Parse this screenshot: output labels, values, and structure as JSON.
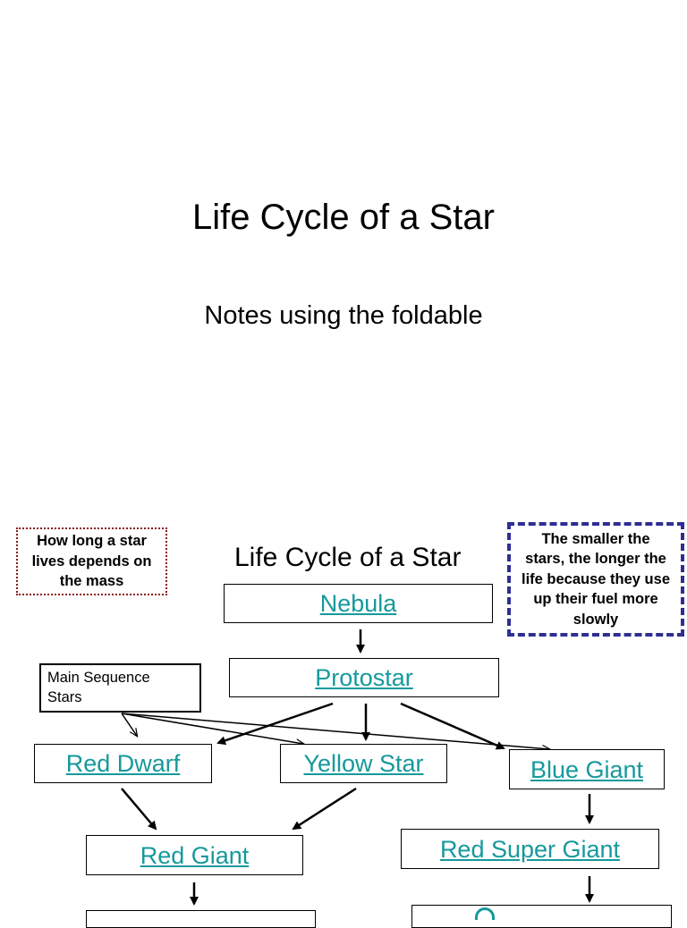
{
  "slide": {
    "title": "Life Cycle of a Star",
    "subtitle": "Notes using the foldable"
  },
  "diagram": {
    "title": "Life Cycle of a Star",
    "note_left": "How long a star lives depends on the mass",
    "note_right": "The smaller the stars, the longer the life because they use up their fuel more slowly",
    "main_sequence_label": "Main Sequence Stars",
    "stages": {
      "nebula": "Nebula",
      "protostar": "Protostar",
      "red_dwarf": "Red Dwarf",
      "yellow_star": "Yellow Star",
      "blue_giant": "Blue Giant",
      "red_giant": "Red Giant",
      "red_super_giant": "Red Super Giant"
    },
    "colors": {
      "link": "#16999c",
      "note_left_border": "#8b1a1a",
      "note_right_border": "#2e2e93"
    }
  }
}
